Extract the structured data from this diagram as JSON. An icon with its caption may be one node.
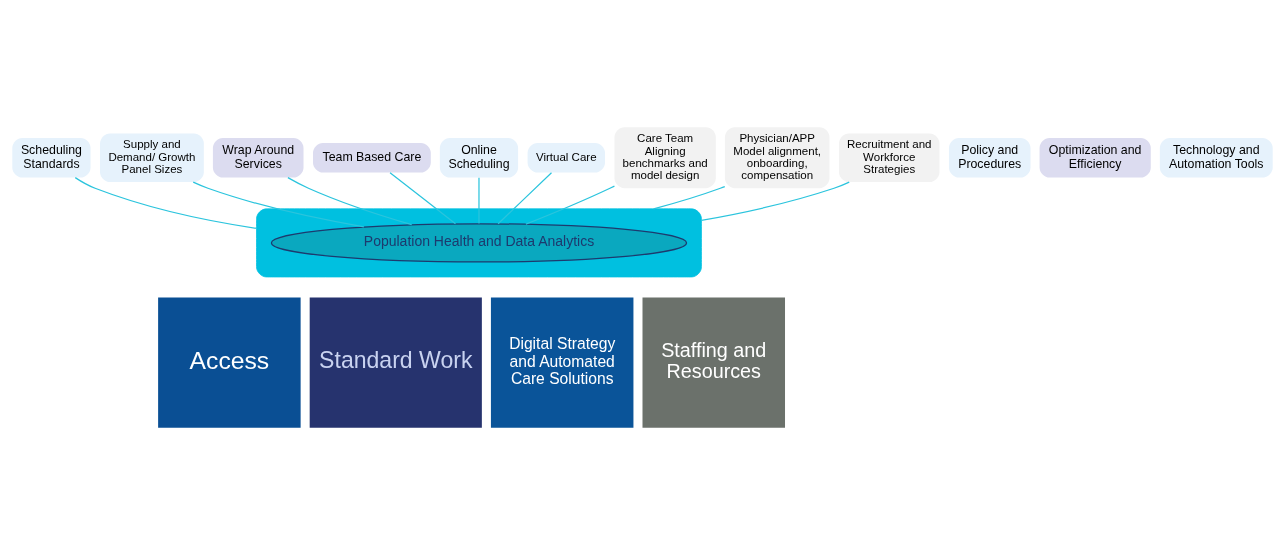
{
  "diagram": {
    "nodes": [
      {
        "text": [
          "Scheduling Standards"
        ]
      },
      {
        "text": [
          "Supply and Demand/ Growth Panel Sizes"
        ]
      },
      {
        "text": [
          "Policy and Procedures"
        ]
      },
      {
        "text": [
          "Wrap Around Services"
        ]
      },
      {
        "text": [
          "Team Based Care"
        ]
      },
      {
        "text": [
          "Optimization and Efficiency"
        ]
      },
      {
        "text": [
          "Online Scheduling"
        ]
      },
      {
        "text": [
          "Virtual Care"
        ]
      },
      {
        "text": [
          "Technology and Automation Tools"
        ]
      },
      {
        "text": [
          "Care Team",
          "Aligning benchmarks and model design"
        ]
      },
      {
        "text": [
          "Physician/APP",
          "Model alignment, onboarding, compensation"
        ]
      },
      {
        "text": [
          "Recruitment and Workforce Strategies"
        ]
      },
      {
        "text": [],
        "shape": "box"
      },
      {
        "text": [
          "Population Health and Data Analytics"
        ],
        "in": 12
      },
      {
        "text": [
          "Access"
        ]
      },
      {
        "text": [
          "Standard Work"
        ]
      },
      {
        "text": [
          "Digital Strategy and Automated Care Solutions"
        ]
      },
      {
        "text": [
          "Staffing and Resources"
        ]
      }
    ],
    "edges": [
      {
        "from": 0,
        "to": 12,
        "arrow": "none"
      },
      {
        "from": 1,
        "to": 13,
        "arrow": "none"
      },
      {
        "from": 3,
        "to": 13,
        "arrow": "none"
      },
      {
        "from": 4,
        "to": 13,
        "arrow": "none"
      },
      {
        "from": 6,
        "to": 13,
        "arrow": "none"
      },
      {
        "from": 7,
        "to": 13,
        "arrow": "none"
      },
      {
        "from": 9,
        "to": 13,
        "arrow": "none"
      },
      {
        "from": 10,
        "to": 12,
        "arrow": "none"
      },
      {
        "from": 11,
        "to": 12,
        "arrow": "none"
      }
    ]
  }
}
